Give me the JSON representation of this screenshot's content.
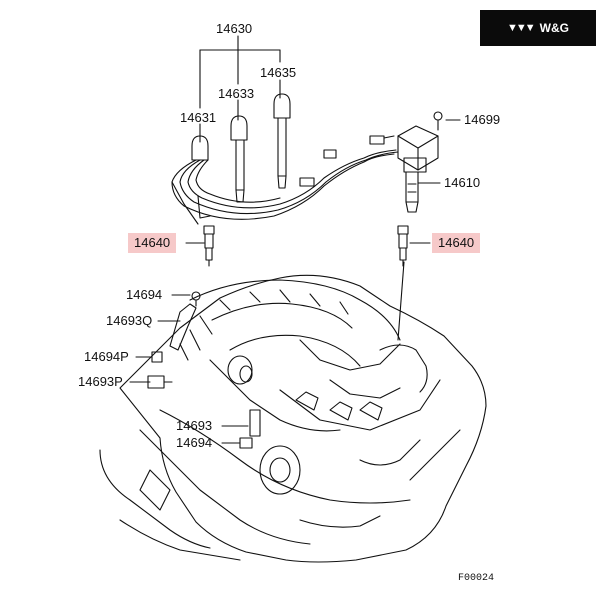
{
  "brand": {
    "text": "W&G",
    "icon": "triple-chevron-icon"
  },
  "figure_code": "F00024",
  "labels": {
    "l14630": "14630",
    "l14635": "14635",
    "l14633": "14633",
    "l14631": "14631",
    "l14699": "14699",
    "l14610": "14610",
    "l14640_left": "14640",
    "l14640_right": "14640",
    "l14694_top": "14694",
    "l14693Q": "14693Q",
    "l14694P": "14694P",
    "l14693P": "14693P",
    "l14693": "14693",
    "l14694_bottom": "14694"
  },
  "highlight_color": "#f6c9c9"
}
